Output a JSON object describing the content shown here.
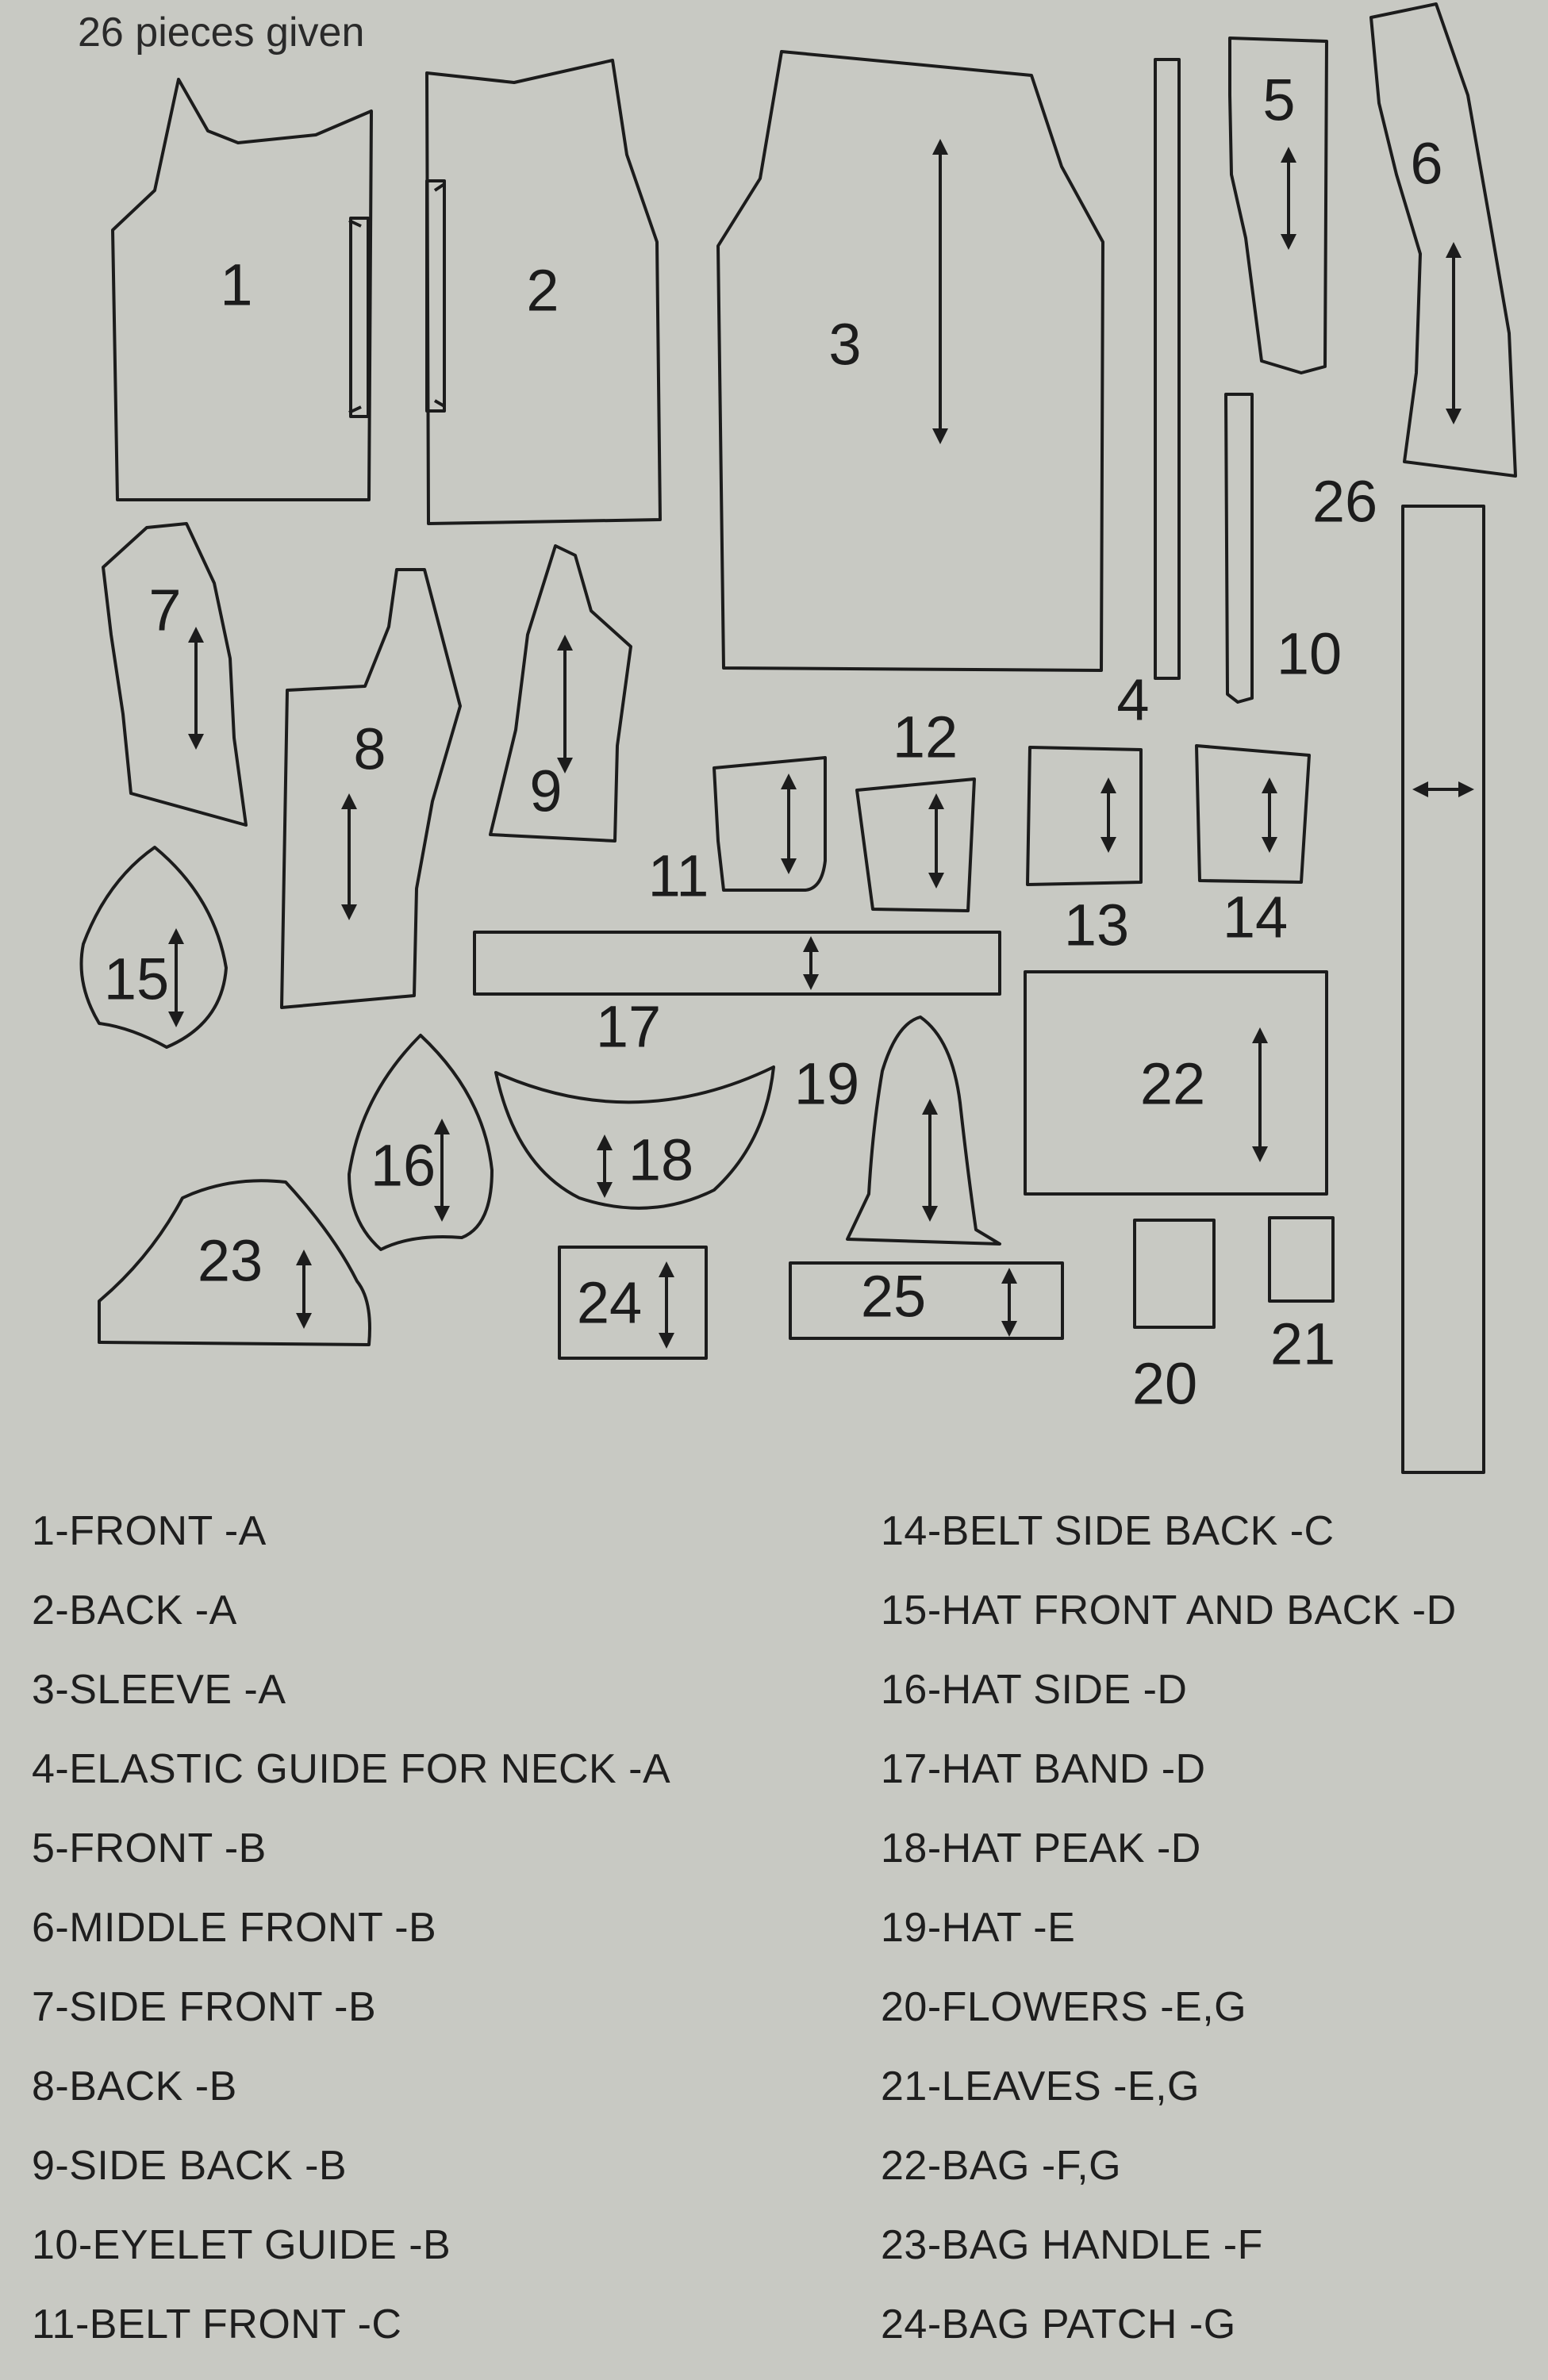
{
  "header": {
    "count_label": "26 pieces given"
  },
  "pieces": [
    {
      "id": "1",
      "label": "1"
    },
    {
      "id": "2",
      "label": "2"
    },
    {
      "id": "3",
      "label": "3"
    },
    {
      "id": "4",
      "label": "4"
    },
    {
      "id": "5",
      "label": "5"
    },
    {
      "id": "6",
      "label": "6"
    },
    {
      "id": "7",
      "label": "7"
    },
    {
      "id": "8",
      "label": "8"
    },
    {
      "id": "9",
      "label": "9"
    },
    {
      "id": "10",
      "label": "10"
    },
    {
      "id": "11",
      "label": "11"
    },
    {
      "id": "12",
      "label": "12"
    },
    {
      "id": "13",
      "label": "13"
    },
    {
      "id": "14",
      "label": "14"
    },
    {
      "id": "15",
      "label": "15"
    },
    {
      "id": "16",
      "label": "16"
    },
    {
      "id": "17",
      "label": "17"
    },
    {
      "id": "18",
      "label": "18"
    },
    {
      "id": "19",
      "label": "19"
    },
    {
      "id": "20",
      "label": "20"
    },
    {
      "id": "21",
      "label": "21"
    },
    {
      "id": "22",
      "label": "22"
    },
    {
      "id": "23",
      "label": "23"
    },
    {
      "id": "24",
      "label": "24"
    },
    {
      "id": "25",
      "label": "25"
    },
    {
      "id": "26",
      "label": "26"
    }
  ],
  "legend": {
    "left": [
      "1-FRONT -A",
      "2-BACK -A",
      "3-SLEEVE -A",
      "4-ELASTIC GUIDE FOR NECK -A",
      "5-FRONT -B",
      "6-MIDDLE FRONT -B",
      "7-SIDE FRONT -B",
      "8-BACK -B",
      "9-SIDE BACK -B",
      "10-EYELET GUIDE -B",
      "11-BELT FRONT -C"
    ],
    "right": [
      "14-BELT SIDE BACK -C",
      "15-HAT FRONT AND BACK -D",
      "16-HAT SIDE -D",
      "17-HAT BAND -D",
      "18-HAT PEAK -D",
      "19-HAT -E",
      "20-FLOWERS -E,G",
      "21-LEAVES -E,G",
      "22-BAG -F,G",
      "23-BAG HANDLE -F",
      "24-BAG PATCH -G"
    ]
  }
}
